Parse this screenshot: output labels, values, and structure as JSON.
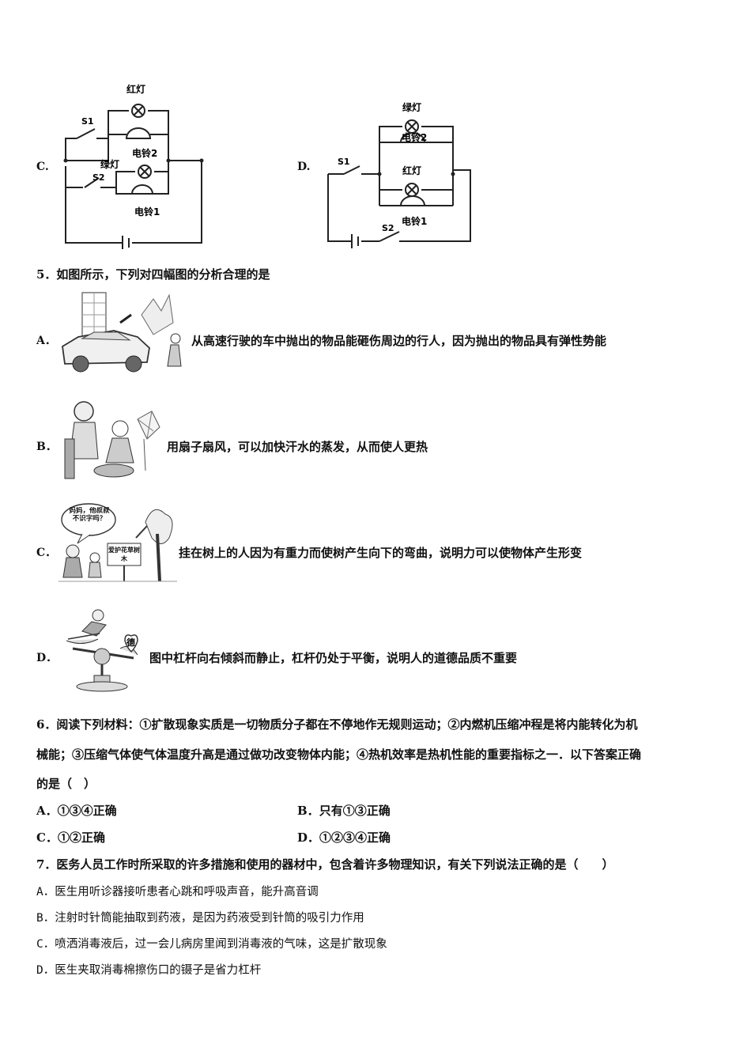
{
  "q4": {
    "option_c_label": "C.",
    "option_d_label": "D.",
    "circuit_c": {
      "red_lamp": "红灯",
      "bell2": "电铃2",
      "green_lamp": "绿灯",
      "bell1": "电铃1",
      "s1": "S1",
      "s2": "S2"
    },
    "circuit_d": {
      "green_lamp": "绿灯",
      "bell2": "电铃2",
      "red_lamp": "红灯",
      "bell1": "电铃1",
      "s1": "S1",
      "s2": "S2"
    }
  },
  "q5": {
    "stem": "5．如图所示，下列对四幅图的分析合理的是",
    "options": [
      {
        "label": "A．",
        "text": "从高速行驶的车中抛出的物品能砸伤周边的行人，因为抛出的物品具有弹性势能"
      },
      {
        "label": "B．",
        "text": "用扇子扇风，可以加快汗水的蒸发，从而使人更热"
      },
      {
        "label": "C．",
        "text": "挂在树上的人因为有重力而使树产生向下的弯曲，说明力可以使物体产生形变"
      },
      {
        "label": "D．",
        "text": "图中杠杆向右倾斜而静止，杠杆仍处于平衡，说明人的道德品质不重要"
      }
    ],
    "sign_c_bubble": "妈妈，他叔叔不识字吗？",
    "sign_c_board": "爱护花草树木",
    "sign_d_heart": "德"
  },
  "q6": {
    "stem_line1": "6．阅读下列材料：①扩散现象实质是一切物质分子都在不停地作无规则运动；②内燃机压缩冲程是将内能转化为机",
    "stem_line2": "械能；③压缩气体使气体温度升高是通过做功改变物体内能；④热机效率是热机性能的重要指标之一．以下答案正确",
    "stem_line3": "的是（　）",
    "options": [
      {
        "label": "A．",
        "text": "①③④正确"
      },
      {
        "label": "B．",
        "text": "只有①③正确"
      },
      {
        "label": "C．",
        "text": "①②正确"
      },
      {
        "label": "D．",
        "text": "①②③④正确"
      }
    ]
  },
  "q7": {
    "stem": "7．医务人员工作时所采取的许多措施和使用的器材中，包含着许多物理知识，有关下列说法正确的是（　　）",
    "options": [
      "A．医生用听诊器接听患者心跳和呼吸声音，能升高音调",
      "B．注射时针筒能抽取到药液，是因为药液受到针筒的吸引力作用",
      "C．喷洒消毒液后，过一会儿病房里闻到消毒液的气味，这是扩散现象",
      "D．医生夹取消毒棉擦伤口的镊子是省力杠杆"
    ]
  }
}
